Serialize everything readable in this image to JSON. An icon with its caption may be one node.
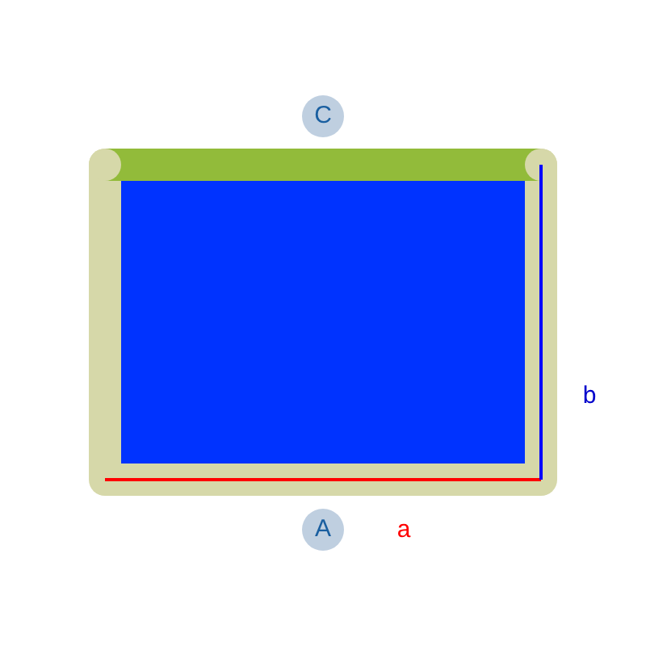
{
  "diagram": {
    "nodes": [
      {
        "text": [
          "C"
        ]
      },
      {
        "text": [
          "A"
        ]
      }
    ],
    "labels": [
      "a",
      "b"
    ]
  }
}
